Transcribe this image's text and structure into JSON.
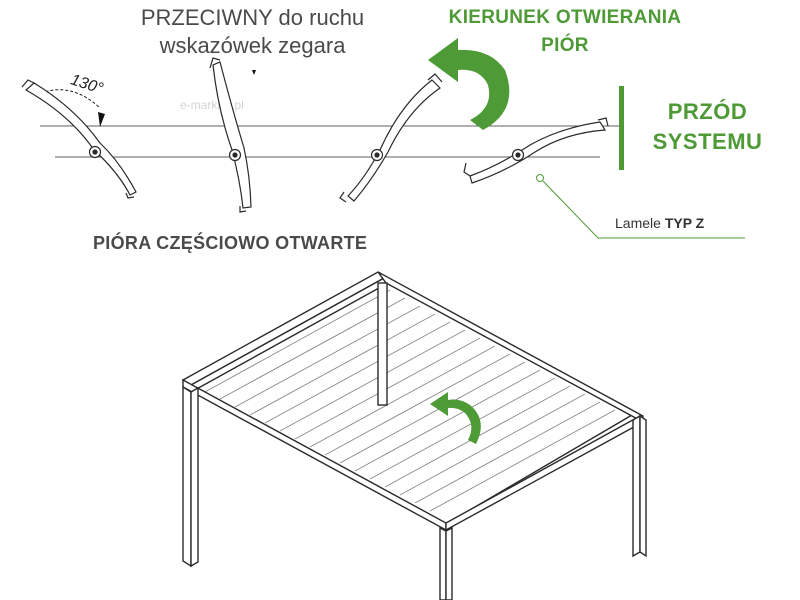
{
  "heading_rotation": {
    "line1": "PRZECIWNY do ruchu",
    "line2": "wskazówek zegara"
  },
  "heading_direction": {
    "line1": "KIERUNEK OTWIERANIA",
    "line2": "PIÓR"
  },
  "front_label": {
    "line1": "PRZÓD",
    "line2": "SYSTEMU"
  },
  "angle_label": "130°",
  "watermark": "e-markizy.pl",
  "callout": {
    "prefix": "Lamele ",
    "type": "TYP Z"
  },
  "section_title": "PIÓRA CZĘŚCIOWO OTWARTE",
  "colors": {
    "accent_green": "#4e9a36",
    "line_dark": "#2a2a2a",
    "text_gray": "#4a4a4a"
  },
  "icons": [
    "rotation-arrow-icon",
    "pergola-rotation-arrow-icon"
  ]
}
